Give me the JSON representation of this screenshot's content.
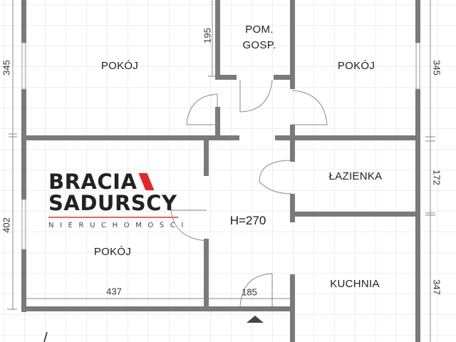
{
  "colors": {
    "wall": "#7a7a7a",
    "grid": "#eeeeee",
    "door_line": "#888888",
    "logo_red": "#e2262a",
    "logo_text": "#222222"
  },
  "rooms": [
    {
      "id": "pokoj-top-left",
      "label": "POKÓJ"
    },
    {
      "id": "pom-gosp",
      "label_line1": "POM.",
      "label_line2": "GOSP."
    },
    {
      "id": "pokoj-top-right",
      "label": "POKÓJ"
    },
    {
      "id": "lazienka",
      "label": "ŁAZIENKA"
    },
    {
      "id": "pokoj-bottom-left",
      "label": "POKÓJ"
    },
    {
      "id": "kuchnia",
      "label": "KUCHNIA"
    }
  ],
  "dimensions": {
    "left_top": "345",
    "left_bottom": "402",
    "right_top": "345",
    "right_middle": "172",
    "right_bottom": "347",
    "pom_gosp_height": "195",
    "bottom_left_width": "437",
    "entrance_width": "185"
  },
  "ceiling_height": "H=270",
  "logo": {
    "line1": "BRACIA",
    "line2": "SADURSCY",
    "tagline": "NIERUCHOMOŚCI"
  },
  "entrance_marker": "entrance-arrow"
}
